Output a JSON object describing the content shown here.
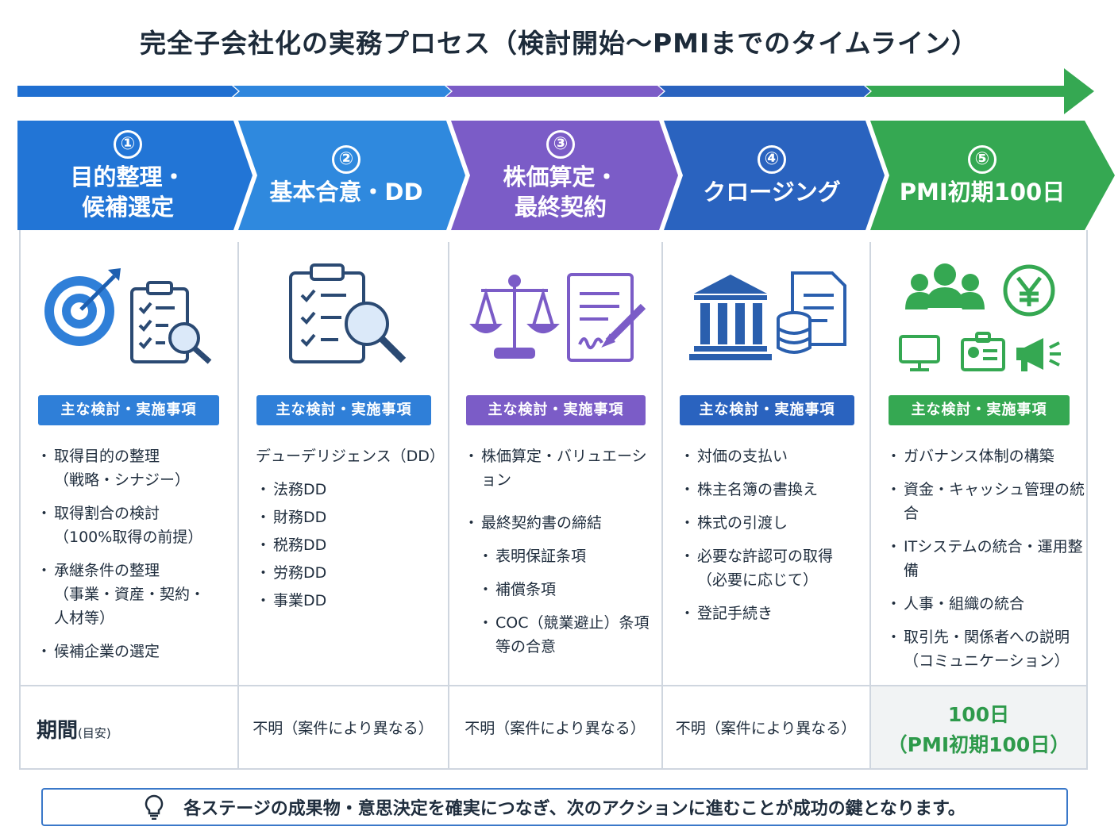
{
  "title": "完全子会社化の実務プロセス（検討開始〜PMIまでのタイムライン）",
  "colors": {
    "blue_dark": "#1f6fd1",
    "blue": "#2f86dd",
    "purple": "#7b5cc7",
    "navy": "#2a63bf",
    "green": "#35a852"
  },
  "stages": [
    {
      "num": "①",
      "title": "目的整理・\n候補選定",
      "badge": "主な検討・実施事項",
      "items": [
        "取得目的の整理\n（戦略・シナジー）",
        "取得割合の検討\n（100%取得の前提）",
        "承継条件の整理\n（事業・資産・契約・\n人材等）",
        "候補企業の選定"
      ],
      "period": ""
    },
    {
      "num": "②",
      "title": "基本合意・DD",
      "badge": "主な検討・実施事項",
      "heading": "デューデリジェンス（DD）",
      "items": [
        "法務DD",
        "財務DD",
        "税務DD",
        "労務DD",
        "事業DD"
      ],
      "period": "不明（案件により異なる）"
    },
    {
      "num": "③",
      "title": "株価算定・\n最終契約",
      "badge": "主な検討・実施事項",
      "items": [
        "株価算定・バリュエーション",
        "最終契約書の締結"
      ],
      "subitems": [
        "表明保証条項",
        "補償条項",
        "COC（競業避止）条項\n等の合意"
      ],
      "period": "不明（案件により異なる）"
    },
    {
      "num": "④",
      "title": "クロージング",
      "badge": "主な検討・実施事項",
      "items": [
        "対価の支払い",
        "株主名簿の書換え",
        "株式の引渡し",
        "必要な許認可の取得\n（必要に応じて）",
        "登記手続き"
      ],
      "period": "不明（案件により異なる）"
    },
    {
      "num": "⑤",
      "title": "PMI初期100日",
      "badge": "主な検討・実施事項",
      "items": [
        "ガバナンス体制の構築",
        "資金・キャッシュ管理の統合",
        "ITシステムの統合・運用整備",
        "人事・組織の統合",
        "取引先・関係者への説明\n（コミュニケーション）"
      ],
      "period": "100日\n（PMI初期100日）"
    }
  ],
  "period_label": "期間",
  "period_note": "(目安)",
  "footer": "各ステージの成果物・意思決定を確実につなぎ、次のアクションに進むことが成功の鍵となります。",
  "icons": [
    "target-icon",
    "checklist-magnifier-icon",
    "scales-icon",
    "contract-signature-icon",
    "bank-icon",
    "coins-document-icon",
    "team-icon",
    "yen-icon",
    "monitor-icon",
    "id-card-icon",
    "megaphone-icon",
    "lightbulb-icon"
  ]
}
